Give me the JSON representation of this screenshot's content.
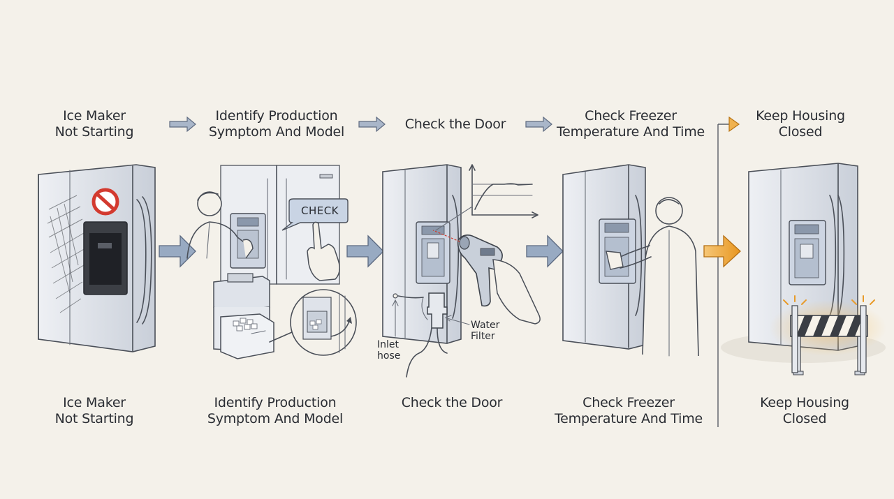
{
  "colors": {
    "background": "#f4f1ea",
    "sketch": "#4a4f58",
    "arrow": "#8a9bb5",
    "accent": "#e8a23a",
    "warning": "#d33a2f"
  },
  "steps": [
    {
      "top_label": "Ice Maker\nNot Starting",
      "bottom_label": "Ice Maker\nNot Starting"
    },
    {
      "top_label": "Identify Production\nSymptom And Model",
      "bottom_label": "Identify Production\nSymptom And Model"
    },
    {
      "top_label": "Check the Door",
      "bottom_label": "Check the Door"
    },
    {
      "top_label": "Check Freezer\nTemperature And Time",
      "bottom_label": "Check Freezer\nTemperature And Time"
    },
    {
      "top_label": "Keep Housing\nClosed",
      "bottom_label": "Keep Housing\nClosed"
    }
  ],
  "callouts": {
    "check_bubble": "CHECK",
    "water_filter": "Water\nFilter",
    "inlet_hose": "Inlet\nhose"
  },
  "icons": [
    "no-entry-icon",
    "flow-arrow-icon",
    "thermometer-gun-icon",
    "temperature-graph-icon",
    "barrier-icon"
  ]
}
